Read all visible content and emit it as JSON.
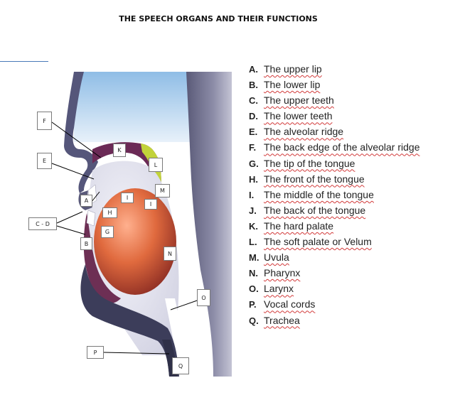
{
  "title": "THE SPEECH ORGANS AND THEIR FUNCTIONS",
  "diagram_labels": {
    "F": "F",
    "K": "K",
    "E": "E",
    "L": "L",
    "M": "M",
    "I": "I",
    "J": "I",
    "A": "A",
    "H": "H",
    "CD": "C - D",
    "G": "G",
    "B": "B",
    "N": "N",
    "O": "O",
    "P": "P",
    "Q": "Q"
  },
  "legend": [
    {
      "letter": "A.",
      "name": "The upper lip"
    },
    {
      "letter": "B.",
      "name": "The lower lip"
    },
    {
      "letter": "C.",
      "name": "The upper teeth"
    },
    {
      "letter": "D.",
      "name": "The lower teeth"
    },
    {
      "letter": "E.",
      "name": "The alveolar ridge"
    },
    {
      "letter": "F.",
      "name": "The back edge of the alveolar ridge"
    },
    {
      "letter": "G.",
      "name": "The tip of the tongue"
    },
    {
      "letter": "H.",
      "name": "The front of the tongue"
    },
    {
      "letter": "I.",
      "name": "The middle of the tongue"
    },
    {
      "letter": "J.",
      "name": "The back of the tongue"
    },
    {
      "letter": "K.",
      "name": "The hard palate"
    },
    {
      "letter": "L.",
      "name": "The soft palate or Velum"
    },
    {
      "letter": "M.",
      "name": "Uvula"
    },
    {
      "letter": "N.",
      "name": "Pharynx"
    },
    {
      "letter": "O.",
      "name": "Larynx"
    },
    {
      "letter": "P.",
      "name": "Vocal cords"
    },
    {
      "letter": "Q.",
      "name": "Trachea"
    }
  ]
}
